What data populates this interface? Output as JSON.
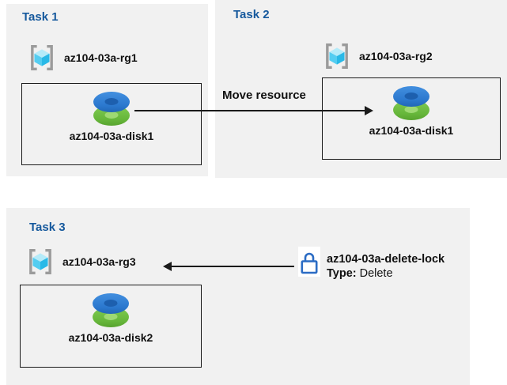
{
  "colors": {
    "panel_bg": "#f1f1f1",
    "title_blue": "#16599d",
    "line_black": "#1a1a1a",
    "lock_blue": "#2b6cc4",
    "disk_blue": "#2a77cd",
    "disk_green": "#66b63a",
    "cube_top": "#b5ebf9",
    "cube_left": "#54cdf1",
    "cube_right": "#29b9e7",
    "bracket_gray": "#9b9b9b"
  },
  "task1": {
    "title": "Task 1",
    "resource_group": "az104-03a-rg1",
    "disk": "az104-03a-disk1"
  },
  "task2": {
    "title": "Task 2",
    "resource_group": "az104-03a-rg2",
    "disk": "az104-03a-disk1"
  },
  "task3": {
    "title": "Task 3",
    "resource_group": "az104-03a-rg3",
    "disk": "az104-03a-disk2",
    "lock": {
      "name": "az104-03a-delete-lock",
      "type_label": "Type:",
      "type_value": "Delete"
    }
  },
  "arrows": {
    "move_label": "Move resource"
  }
}
